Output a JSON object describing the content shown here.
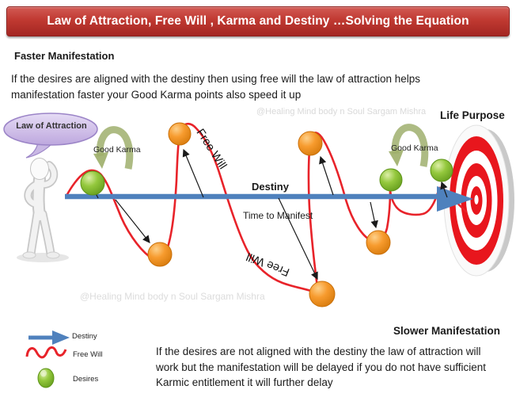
{
  "title": "Law of Attraction, Free Will , Karma and Destiny …Solving the Equation",
  "faster": {
    "heading": "Faster Manifestation",
    "body": "If the desires are aligned with the destiny then using free will the law of attraction helps manifestation faster your Good Karma points also speed  it up"
  },
  "slower": {
    "heading": "Slower Manifestation",
    "body": "If the desires are not aligned with the destiny the law of attraction will work but the manifestation will be delayed if you do not have sufficient Karmic entitlement it will further delay"
  },
  "watermark": "@Healing Mind body n Soul Sargam Mishra",
  "diagram": {
    "speech_bubble": "Law of Attraction",
    "good_karma_left": "Good Karma",
    "good_karma_right": "Good Karma",
    "life_purpose": "Life Purpose",
    "destiny_label": "Destiny",
    "time_to_manifest": "Time to Manifest",
    "free_will_upper": "Free Will",
    "free_will_lower": "Free Will"
  },
  "legend": {
    "items": [
      {
        "icon": "destiny-arrow-icon",
        "label": "Destiny"
      },
      {
        "icon": "free-will-wave-icon",
        "label": "Free Will"
      },
      {
        "icon": "desires-sphere-icon",
        "label": "Desires"
      }
    ]
  },
  "colors": {
    "banner_red": "#c03931",
    "destiny_blue": "#4f81bd",
    "free_will_red": "#e8232a",
    "desire_green": "#94c83d",
    "desire_orange": "#f79b2e",
    "karma_olive": "#a6b578",
    "bubble_purple": "#c9b8e4",
    "watermark_gray": "#dcdcdc"
  }
}
